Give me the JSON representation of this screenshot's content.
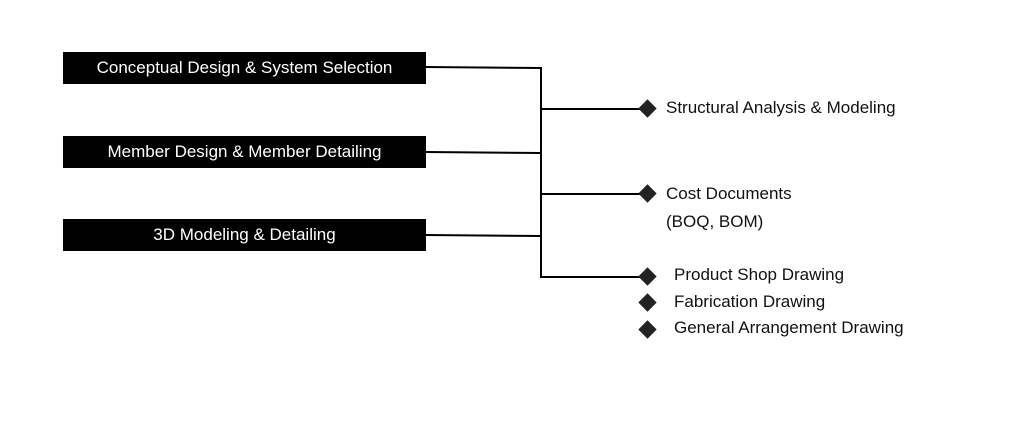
{
  "inputs": [
    "Conceptual Design & System Selection",
    "Member Design & Member Detailing",
    "3D Modeling & Detailing"
  ],
  "outputs": {
    "analysis": "Structural Analysis & Modeling",
    "cost_line1": "Cost Documents",
    "cost_line2": "(BOQ, BOM)",
    "drawings": [
      "Product Shop Drawing",
      "Fabrication Drawing",
      "General Arrangement Drawing"
    ]
  },
  "colors": {
    "box_fill": "#000000",
    "box_text": "#ffffff",
    "line": "#000000",
    "bullet": "#222222"
  }
}
